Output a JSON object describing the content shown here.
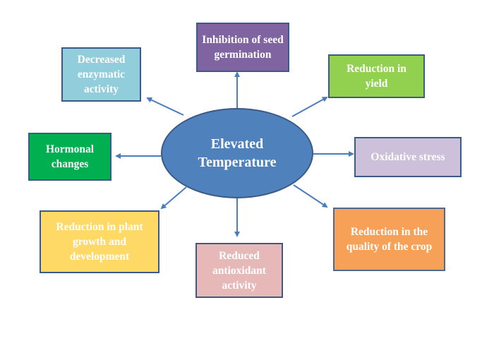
{
  "diagram": {
    "center": {
      "label_line1": "Elevated",
      "label_line2": "Temperature",
      "color": "#4f81bd"
    },
    "arrow_color": "#4a7ebb",
    "border_color": "#3b5a86",
    "effects": [
      {
        "id": "inhibition-of-seed-germination",
        "label": "Inhibition of seed germination",
        "color": "#8064a2"
      },
      {
        "id": "reduction-in-yield",
        "label": "Reduction in yield",
        "color": "#92d050"
      },
      {
        "id": "oxidative-stress",
        "label": "Oxidative stress",
        "color": "#ccc0da"
      },
      {
        "id": "reduction-in-quality-of-crop",
        "label": "Reduction in the quality of the crop",
        "color": "#f79646"
      },
      {
        "id": "reduced-antioxidant-activity",
        "label": "Reduced antioxidant activity",
        "color": "#e6b9b8"
      },
      {
        "id": "reduction-in-plant-growth-and-development",
        "label": "Reduction in plant growth and development",
        "color": "#ffd966"
      },
      {
        "id": "hormonal-changes",
        "label": "Hormonal changes",
        "color": "#00b050"
      },
      {
        "id": "decreased-enzymatic-activity",
        "label": "Decreased enzymatic activity",
        "color": "#92cddc"
      }
    ]
  }
}
